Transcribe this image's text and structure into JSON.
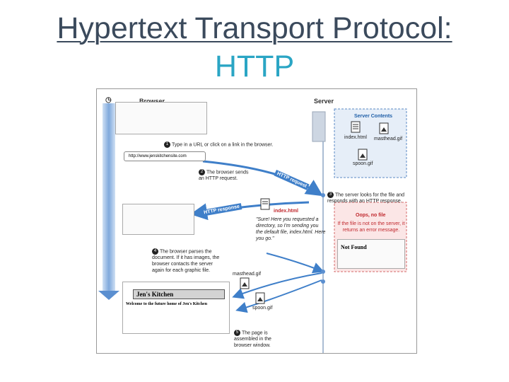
{
  "slide": {
    "title_line1": "Hypertext Transport Protocol:",
    "title_line2": "HTTP"
  },
  "diagram": {
    "browser_label": "Browser",
    "server_label": "Server",
    "server_contents_label": "Server Contents",
    "files": {
      "index": "index.html",
      "masthead": "masthead.gif",
      "spoon": "spoon.gif"
    },
    "url": "http://www.jenskitchensite.com",
    "step1": "Type in a URL or click on a link in the browser.",
    "step2": "The browser sends an HTTP request.",
    "step3": "The server looks for the file and responds with an HTTP response.",
    "step4": "The browser parses the document. If it has images, the browser contacts the server again for each graphic file.",
    "step5": "The page is assembled in the browser window.",
    "http_request": "HTTP request",
    "http_response": "HTTP response",
    "index_label": "index.html",
    "quote": "\"Sure! Here you requested a directory, so I'm sending you the default file, index.html. Here you go.\"",
    "oops": "Oops, no file",
    "oops_detail": "If the file is not on the server, it returns an error message.",
    "not_found": "Not Found",
    "jens_kitchen": "Jen's Kitchen",
    "welcome": "Welcome to the future home of Jen's Kitchen",
    "colors": {
      "title_dark": "#3b4a5c",
      "title_accent": "#2aa5c4",
      "arrow_blue": "#3f7fc9",
      "error_red": "#c0282d"
    }
  }
}
